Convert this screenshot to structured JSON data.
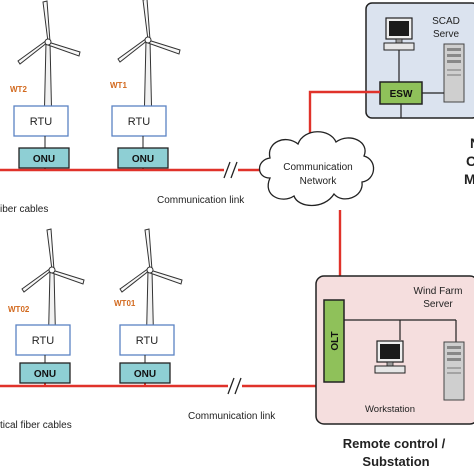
{
  "diagram": {
    "top_feeder": {
      "turbines": [
        {
          "label": "WT2",
          "unit": "RTU",
          "node": "ONU"
        },
        {
          "label": "WT1",
          "unit": "RTU",
          "node": "ONU"
        }
      ],
      "cable_label": "iber cables",
      "link_label": "Communication link"
    },
    "bottom_feeder": {
      "turbines": [
        {
          "label": "WT02",
          "unit": "RTU",
          "node": "ONU"
        },
        {
          "label": "WT01",
          "unit": "RTU",
          "node": "ONU"
        }
      ],
      "cable_label": "tical fiber cables",
      "link_label": "Communication link"
    },
    "cloud": {
      "line1": "Communication",
      "line2": "Network"
    },
    "control_center": {
      "server_line1": "SCAD",
      "server_line2": "Serve",
      "switch": "ESW",
      "side_line1": "N",
      "side_line2": "C",
      "side_line3": "M"
    },
    "substation": {
      "server_line1": "Wind Farm",
      "server_line2": "Server",
      "terminal": "OLT",
      "workstation": "Workstation",
      "caption_line1": "Remote control /",
      "caption_line2": "Substation"
    },
    "colors": {
      "link": "#e0322a",
      "panel_fill": "#dbe3ef",
      "substation_fill": "#f5dede",
      "switch_fill": "#8fc15a",
      "onu_fill": "#8ecfd4",
      "rtu_border": "#5b82c4"
    }
  }
}
